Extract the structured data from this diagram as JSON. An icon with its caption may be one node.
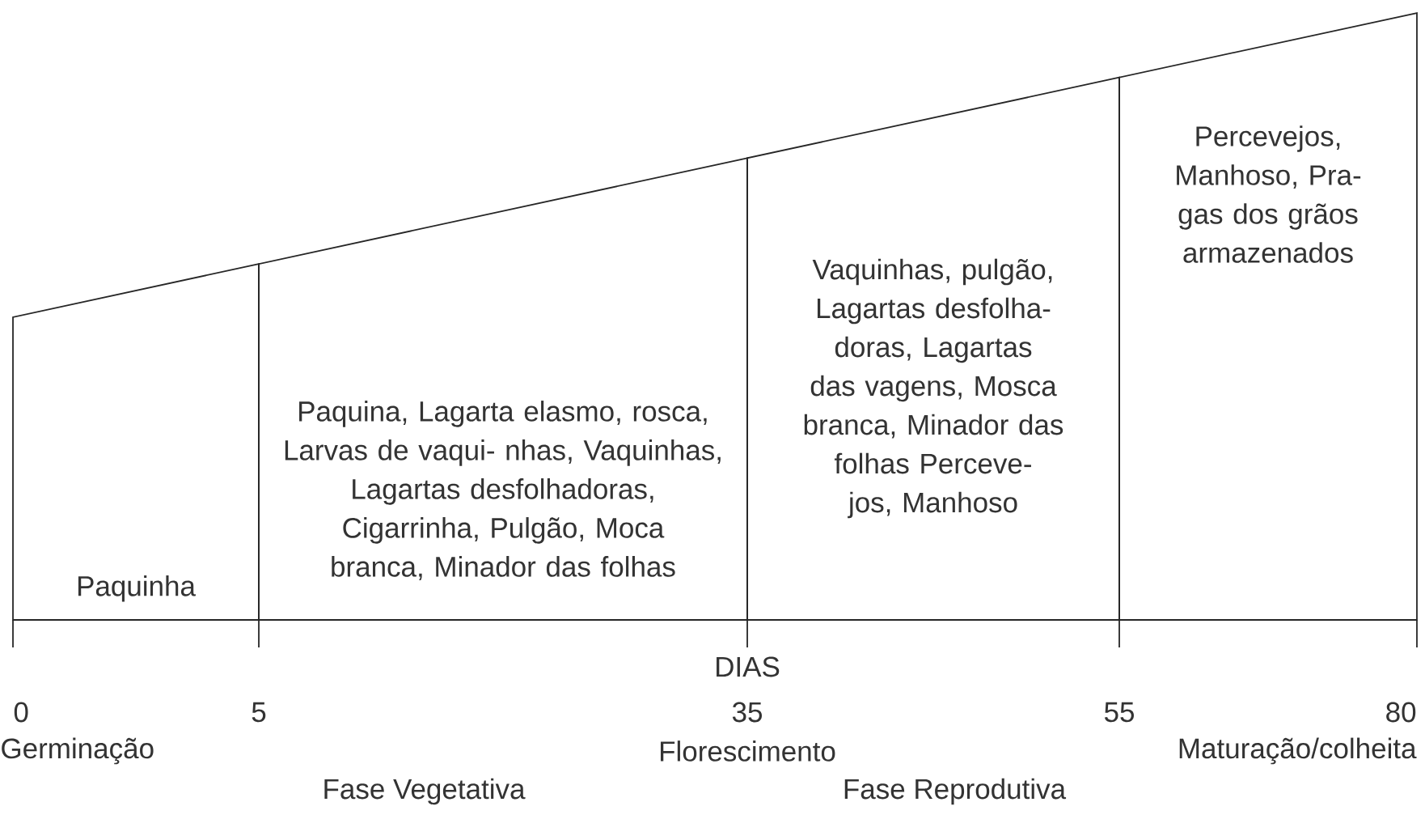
{
  "diagram": {
    "nodes": [
      {
        "text": [
          "Paquinha"
        ]
      },
      {
        "text": [
          "Paquina, Lagarta elasmo, rosca, Larvas de vaqui- nhas, Vaquinhas, Lagartas desfolhadoras, Cigarrinha, Pulgão, Moca branca, Minador das folhas"
        ]
      },
      {
        "text": [
          "Vaquinhas, pulgão, Lagartas desfolha- doras, Lagartas das vagens, Mosca branca, Minador das folhas Perceve- jos, Manhoso"
        ]
      },
      {
        "text": [
          "Percevejos, Manhoso, Pra- gas dos grãos armazenados"
        ]
      }
    ],
    "labels": [
      "DIAS",
      "0",
      "5",
      "35",
      "55",
      "80",
      "Germinação",
      "Florescimento",
      "Maturação/colheita",
      "Fase Vegetativa",
      "Fase Reprodutiva"
    ]
  }
}
